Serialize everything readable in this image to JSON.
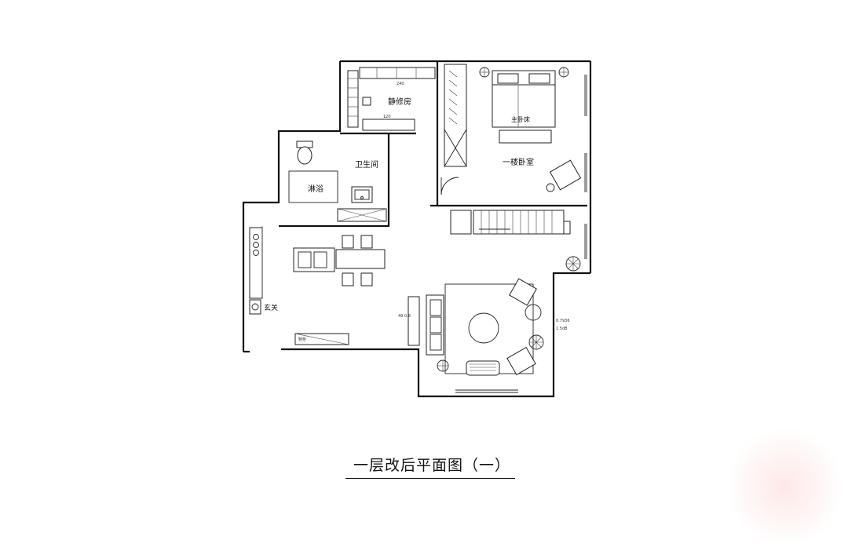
{
  "drawing_title": "一层改后平面图（一）",
  "rooms": {
    "study": "静修房",
    "bathroom": "卫生间",
    "shower": "淋浴",
    "master_label": "主卧床",
    "bedroom": "一楼卧室",
    "entrance": "玄关"
  },
  "side_notes": [
    "49 0.8",
    "0.7936",
    "1.5dB"
  ],
  "icons": [
    "toilet-icon",
    "sink-icon",
    "stove-icon",
    "bed-icon",
    "armchair-icon",
    "plant-icon",
    "sofa-icon",
    "round-table-icon",
    "door-swing-icon",
    "stair-icon"
  ]
}
